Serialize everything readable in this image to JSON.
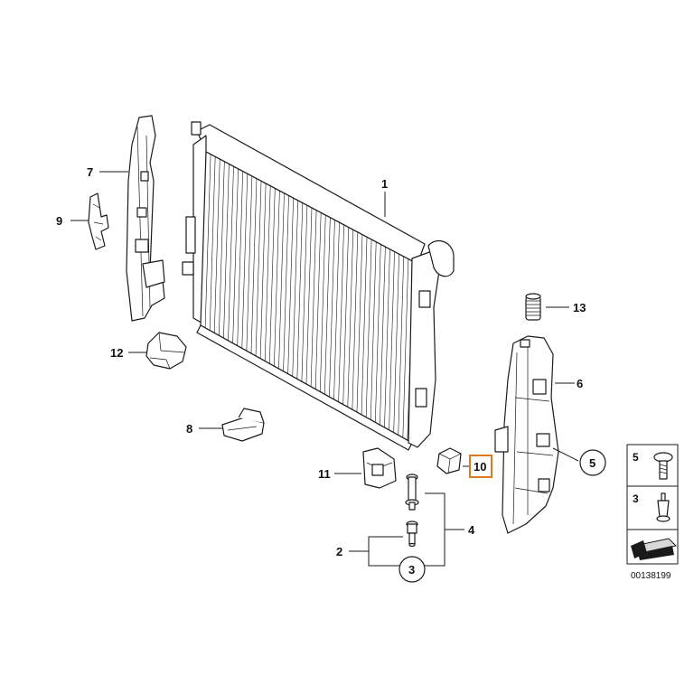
{
  "labels": {
    "p1": "1",
    "p2": "2",
    "p3": "3",
    "p4": "4",
    "p5": "5",
    "p6": "6",
    "p7": "7",
    "p8": "8",
    "p9": "9",
    "p10": "10",
    "p11": "11",
    "p12": "12",
    "p13": "13"
  },
  "legend": {
    "item_a": "5",
    "item_b": "3"
  },
  "diagram_code": "00138199",
  "colors": {
    "highlight": "#e07a1f",
    "line": "#1a1a1a"
  }
}
